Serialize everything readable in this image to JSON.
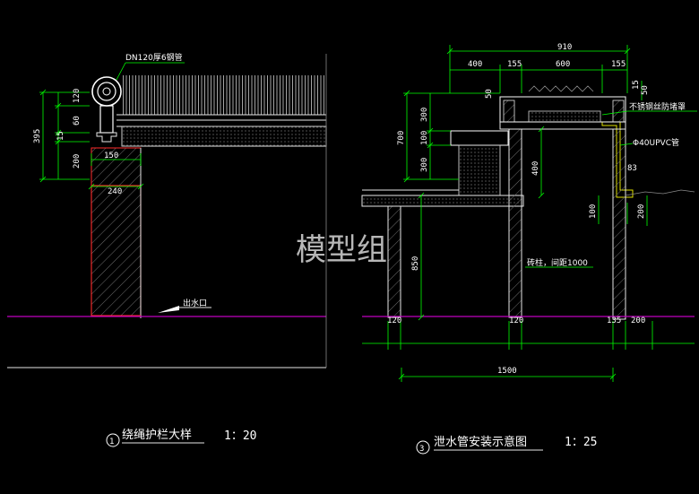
{
  "watermark": "模型组",
  "detail1": {
    "title": "绕绳护栏大样",
    "number": "1",
    "scale": "1：20",
    "pipe_label": "DN120厚6钢管",
    "outlet_label": "出水口",
    "dims": {
      "h120": "120",
      "h60": "60",
      "h15": "15",
      "h395": "395",
      "h200": "200",
      "w150": "150",
      "w240": "240"
    }
  },
  "detail3": {
    "title": "泄水管安装示意图",
    "number": "3",
    "scale": "1：25",
    "labels": {
      "mesh": "不锈钢丝防堵罩",
      "pvc": "Φ40UPVC管",
      "pillar": "砖柱，间距1000"
    },
    "dims": {
      "w910": "910",
      "w400": "400",
      "w155a": "155",
      "w600": "600",
      "w155b": "155",
      "h50a": "50",
      "h15": "15",
      "h50b": "50",
      "h300a": "300",
      "h700": "700",
      "h100a": "100",
      "h300b": "300",
      "h400": "400",
      "h83": "83",
      "h100b": "100",
      "h200": "200",
      "h850": "850",
      "w120a": "120",
      "w120b": "120",
      "w135": "135",
      "w200": "200",
      "w1500": "1500"
    }
  }
}
